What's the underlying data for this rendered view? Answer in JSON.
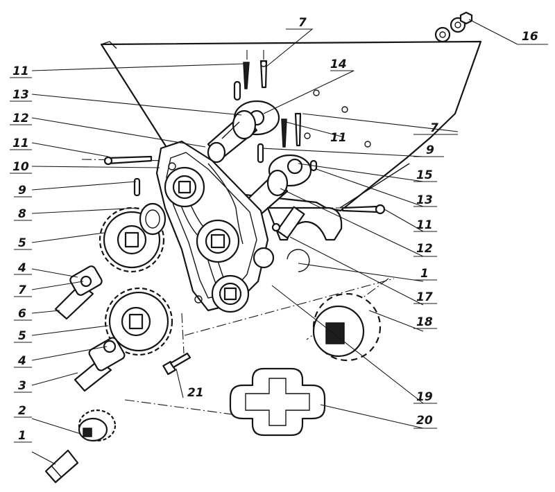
{
  "callouts": {
    "c1_left": "1",
    "c2": "2",
    "c3": "3",
    "c4_top": "4",
    "c4_bottom": "4",
    "c5_top": "5",
    "c5_bottom": "5",
    "c6": "6",
    "c7_left": "7",
    "c7_top": "7",
    "c7_right": "7",
    "c8": "8",
    "c9_left": "9",
    "c9_right": "9",
    "c10": "10",
    "c11_top_left": "11",
    "c11_mid_left": "11",
    "c11_center": "11",
    "c11_right": "11",
    "c12_left": "12",
    "c12_right": "12",
    "c13_left": "13",
    "c13_right": "13",
    "c14": "14",
    "c15": "15",
    "c16": "16",
    "c1_right": "1",
    "c17": "17",
    "c18": "18",
    "c19": "19",
    "c20": "20",
    "c21": "21"
  }
}
